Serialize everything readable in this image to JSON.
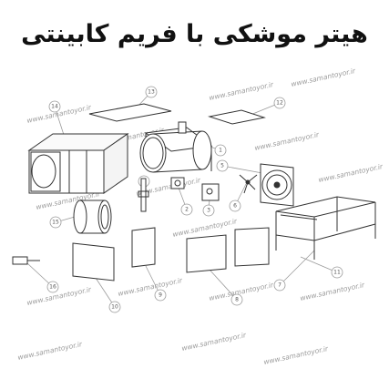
{
  "title": "هیتر موشکی با فریم کابینتی",
  "watermark": "www.samantoyor.ir",
  "part_numbers": [
    "1",
    "2",
    "3",
    "4",
    "5",
    "6",
    "7",
    "8",
    "9",
    "10",
    "11",
    "12",
    "13",
    "14",
    "15",
    "16"
  ],
  "colors": {
    "line": "#333333",
    "callout": "#9a9a9a",
    "watermark": "#9a9a9a",
    "title": "#111111"
  }
}
